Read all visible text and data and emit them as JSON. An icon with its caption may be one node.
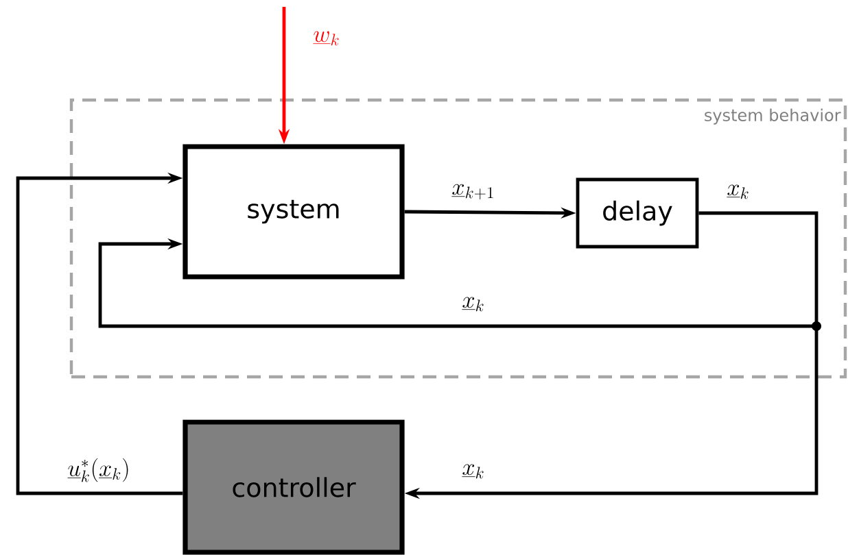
{
  "diagram": {
    "nodes": [
      {
        "text": [
          "system behavior"
        ]
      },
      {
        "text": [
          "system"
        ],
        "in": 0
      },
      {
        "text": [
          "delay"
        ],
        "in": 0
      },
      {
        "text": [
          "controller"
        ]
      },
      {
        "text": [],
        "shape": "circle",
        "in": 0
      }
    ],
    "edges": [
      {
        "from": null,
        "to": 1,
        "arrow": "to",
        "label": "\\underline{w}_k",
        "color": "#ff0000"
      },
      {
        "from": 1,
        "to": 2,
        "arrow": "to",
        "label": "\\underline{x}_{k+1}"
      },
      {
        "from": 2,
        "to": 4,
        "arrow": "none",
        "label": "\\underline{x}_k"
      },
      {
        "from": 4,
        "to": 1,
        "arrow": "to",
        "label": "\\underline{x}_k"
      },
      {
        "from": 4,
        "to": 3,
        "arrow": "to",
        "label": "\\underline{x}_k"
      },
      {
        "from": 3,
        "to": 1,
        "arrow": "to",
        "label": "\\underline{u}_k^*(\\underline{x}_k)"
      }
    ]
  }
}
